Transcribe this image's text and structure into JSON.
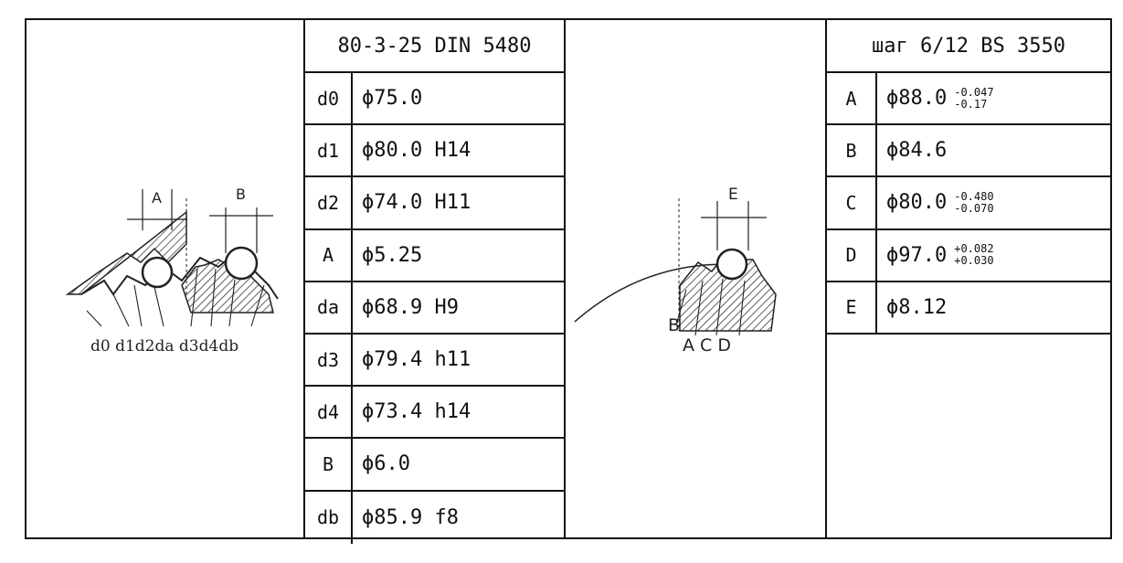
{
  "left_table": {
    "title": "80-3-25 DIN 5480",
    "rows": [
      {
        "key": "d0",
        "value": "ϕ75.0"
      },
      {
        "key": "d1",
        "value": "ϕ80.0 H14"
      },
      {
        "key": "d2",
        "value": "ϕ74.0 H11"
      },
      {
        "key": "A",
        "value": "ϕ5.25"
      },
      {
        "key": "da",
        "value": "ϕ68.9 H9"
      },
      {
        "key": "d3",
        "value": "ϕ79.4 h11"
      },
      {
        "key": "d4",
        "value": "ϕ73.4 h14"
      },
      {
        "key": "B",
        "value": "ϕ6.0"
      },
      {
        "key": "db",
        "value": "ϕ85.9 f8"
      }
    ]
  },
  "right_table": {
    "title": "шаг 6/12 BS 3550",
    "rows": [
      {
        "key": "A",
        "value": "ϕ88.0",
        "tol_upper": "-0.047",
        "tol_lower": "-0.17"
      },
      {
        "key": "B",
        "value": "ϕ84.6",
        "tol_upper": "",
        "tol_lower": ""
      },
      {
        "key": "C",
        "value": "ϕ80.0",
        "tol_upper": "-0.480",
        "tol_lower": "-0.070"
      },
      {
        "key": "D",
        "value": "ϕ97.0",
        "tol_upper": "+0.082",
        "tol_lower": "+0.030"
      },
      {
        "key": "E",
        "value": "ϕ8.12",
        "tol_upper": "",
        "tol_lower": ""
      }
    ]
  },
  "left_diagram": {
    "label_a": "A",
    "label_b": "B",
    "bottom_labels": "d0 d1d2da d3d4db"
  },
  "right_diagram": {
    "label_e": "E",
    "label_b": "B",
    "bottom_labels": "A C D"
  }
}
